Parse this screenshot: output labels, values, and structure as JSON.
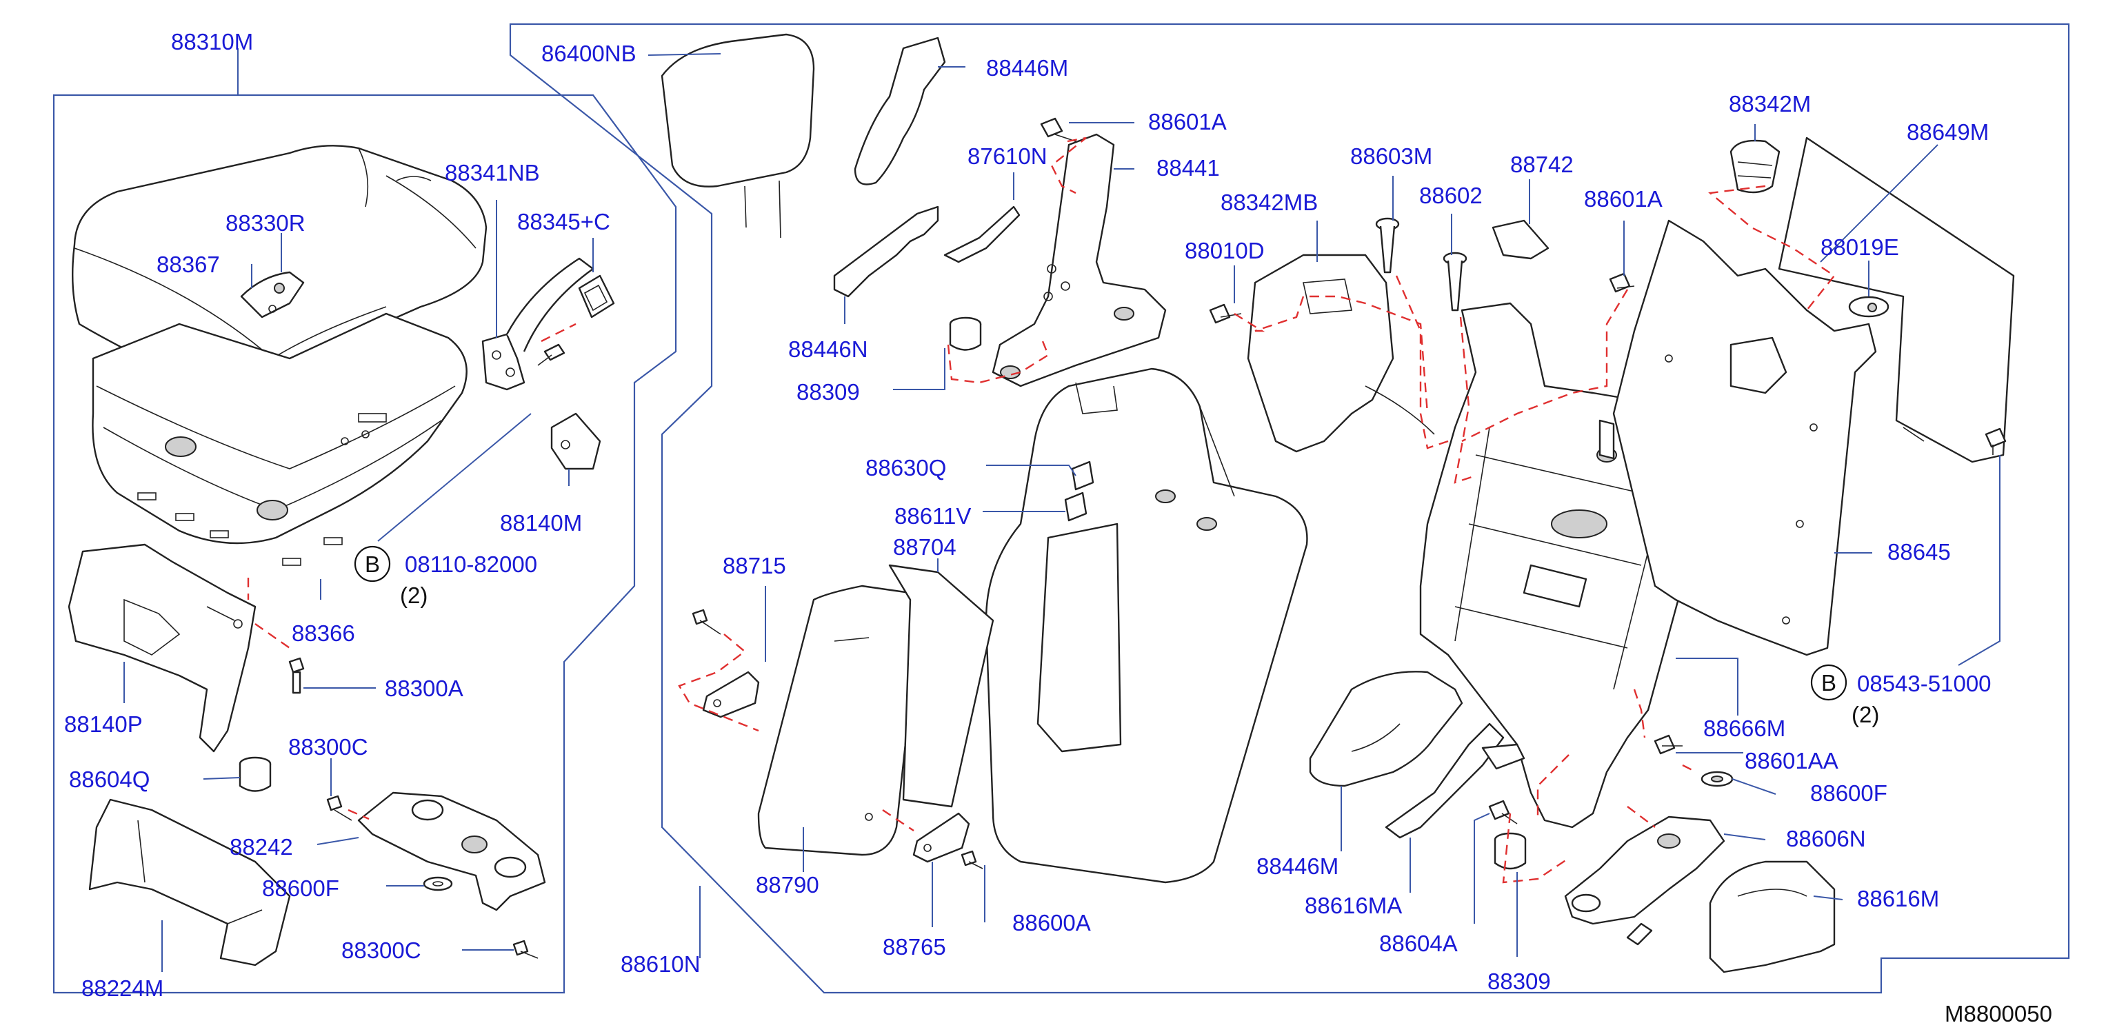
{
  "diagram_code": "M8800050",
  "callouts": [
    {
      "id": "88310M",
      "text": "88310M"
    },
    {
      "id": "86400NB",
      "text": "86400NB"
    },
    {
      "id": "88446M_top",
      "text": "88446M"
    },
    {
      "id": "88601A_1",
      "text": "88601A"
    },
    {
      "id": "88441",
      "text": "88441"
    },
    {
      "id": "87610N",
      "text": "87610N"
    },
    {
      "id": "88446N",
      "text": "88446N"
    },
    {
      "id": "88309_1",
      "text": "88309"
    },
    {
      "id": "88341NB",
      "text": "88341NB"
    },
    {
      "id": "88330R",
      "text": "88330R"
    },
    {
      "id": "88367",
      "text": "88367"
    },
    {
      "id": "88345C",
      "text": "88345+C"
    },
    {
      "id": "88140M",
      "text": "88140M"
    },
    {
      "id": "08110",
      "text": "08110-82000"
    },
    {
      "id": "08110_qty",
      "text": "(2)"
    },
    {
      "id": "88366",
      "text": "88366"
    },
    {
      "id": "88300A",
      "text": "88300A"
    },
    {
      "id": "88140P",
      "text": "88140P"
    },
    {
      "id": "88300C_1",
      "text": "88300C"
    },
    {
      "id": "88604Q",
      "text": "88604Q"
    },
    {
      "id": "88242",
      "text": "88242"
    },
    {
      "id": "88600F_1",
      "text": "88600F"
    },
    {
      "id": "88300C_2",
      "text": "88300C"
    },
    {
      "id": "88224M",
      "text": "88224M"
    },
    {
      "id": "88630Q",
      "text": "88630Q"
    },
    {
      "id": "88611V",
      "text": "88611V"
    },
    {
      "id": "88715",
      "text": "88715"
    },
    {
      "id": "88704",
      "text": "88704"
    },
    {
      "id": "88790",
      "text": "88790"
    },
    {
      "id": "88765",
      "text": "88765"
    },
    {
      "id": "88600A",
      "text": "88600A"
    },
    {
      "id": "88610N",
      "text": "88610N"
    },
    {
      "id": "88342MB",
      "text": "88342MB"
    },
    {
      "id": "88010D",
      "text": "88010D"
    },
    {
      "id": "88603M",
      "text": "88603M"
    },
    {
      "id": "88602",
      "text": "88602"
    },
    {
      "id": "88742",
      "text": "88742"
    },
    {
      "id": "88601A_2",
      "text": "88601A"
    },
    {
      "id": "88342M",
      "text": "88342M"
    },
    {
      "id": "88649M",
      "text": "88649M"
    },
    {
      "id": "88019E",
      "text": "88019E"
    },
    {
      "id": "88645",
      "text": "88645"
    },
    {
      "id": "08543",
      "text": "08543-51000"
    },
    {
      "id": "08543_qty",
      "text": "(2)"
    },
    {
      "id": "88666M",
      "text": "88666M"
    },
    {
      "id": "88601AA",
      "text": "88601AA"
    },
    {
      "id": "88600F_2",
      "text": "88600F"
    },
    {
      "id": "88606N",
      "text": "88606N"
    },
    {
      "id": "88616M",
      "text": "88616M"
    },
    {
      "id": "88446M_bottom",
      "text": "88446M"
    },
    {
      "id": "88616MA",
      "text": "88616MA"
    },
    {
      "id": "88604A",
      "text": "88604A"
    },
    {
      "id": "88309_2",
      "text": "88309"
    }
  ],
  "bolt_markers": [
    {
      "id": "B1",
      "text": "B"
    },
    {
      "id": "B2",
      "text": "B"
    }
  ]
}
